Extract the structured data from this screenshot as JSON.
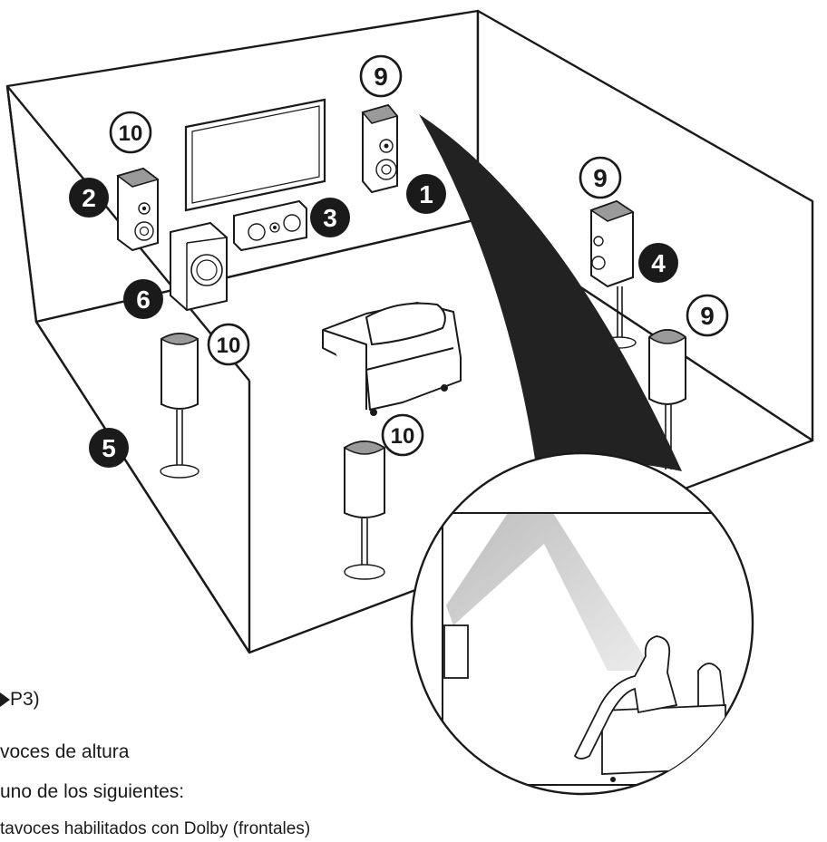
{
  "markers": {
    "front_right": "1",
    "front_left": "2",
    "center": "3",
    "surround_right": "4",
    "surround_left": "5",
    "subwoofer": "6",
    "height_a": "9",
    "height_b": "9",
    "height_c": "9",
    "height_d": "10",
    "height_e": "10",
    "height_f": "10"
  },
  "captions": {
    "page_ref": "P3)",
    "line1": "voces de altura",
    "line2": "uno de los siguientes:",
    "line3": "tavoces habilitados con Dolby (frontales)"
  },
  "colors": {
    "line": "#1a1a1a",
    "badge": "#1a1a1a",
    "speaker_top": "#9a9a9a",
    "beam": "#222222",
    "sound": "#bdbdbd"
  }
}
